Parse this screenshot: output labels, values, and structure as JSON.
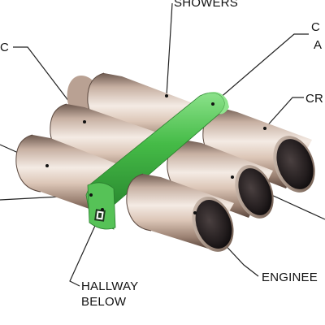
{
  "diagram": {
    "colors": {
      "background": "#ffffff",
      "leader": "#222222",
      "connector_fill": "#3fb544",
      "connector_dark": "#2c8f33",
      "connector_light": "#7bd87c"
    },
    "labels": {
      "showers": "SHOWERS",
      "c_left": "C",
      "c_right": "C",
      "a_right": "A",
      "cr": "CR",
      "enginee": "ENGINEE",
      "hallway_line1": "HALLWAY",
      "hallway_line2": "BELOW"
    }
  }
}
